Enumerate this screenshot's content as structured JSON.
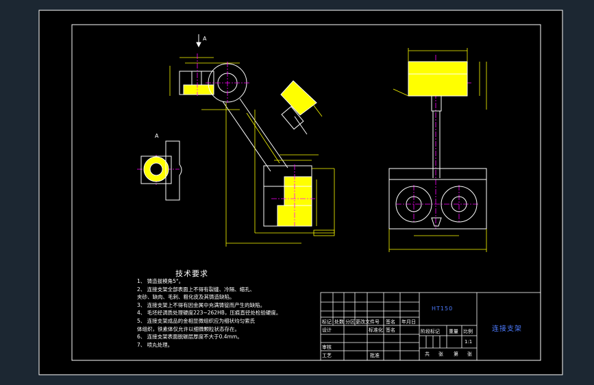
{
  "view_labels": {
    "section_arrow": "A",
    "section_view": "A"
  },
  "technical_requirements": {
    "title": "技术要求",
    "items": [
      "1、 铸造拔模角5°。",
      "2、 连接支架全部表面上不得有裂缝、冷隔、缩孔、",
      "     夹砂、缺肉、毛刺、粗化皮及其铸造缺陷。",
      "3、 连接支架上不得有因金属中充满铸锭而产生的缺陷。",
      "4、 毛坯经调质处理硬度223~262HB，压痕直径处检验硬度。",
      "5、 连接支架成品的金相显微组织应为细状均匀索氏",
      "     体组织，铁素体仅允许以细微颗粒状态存在。",
      "6、 连接支架表面脱碳层厚度不大于0.4mm。",
      "7、 喷丸处理。"
    ]
  },
  "title_block": {
    "material": "HT150",
    "part_name": "连接支架",
    "row_headers": [
      "标记",
      "处数",
      "分区",
      "更改文件号",
      "签名",
      "年月日"
    ],
    "design": "设计",
    "standardization": "标准化",
    "signature": "签名",
    "review": "审核",
    "process": "工艺",
    "approve": "批准",
    "stage_mark": "阶段标记",
    "weight": "重量",
    "scale_label": "比例",
    "scale_value": "1:1",
    "total": "共",
    "sheet_unit": "张",
    "sheet": "第",
    "sheet_unit2": "张"
  },
  "colors": {
    "background": "#1c2732",
    "sheet": "#000000",
    "outline": "#ffffff",
    "dimension": "#ffff00",
    "centerline": "#ff00ff",
    "section_hatch": "#ffff00",
    "title_text": "#4d7bff"
  }
}
